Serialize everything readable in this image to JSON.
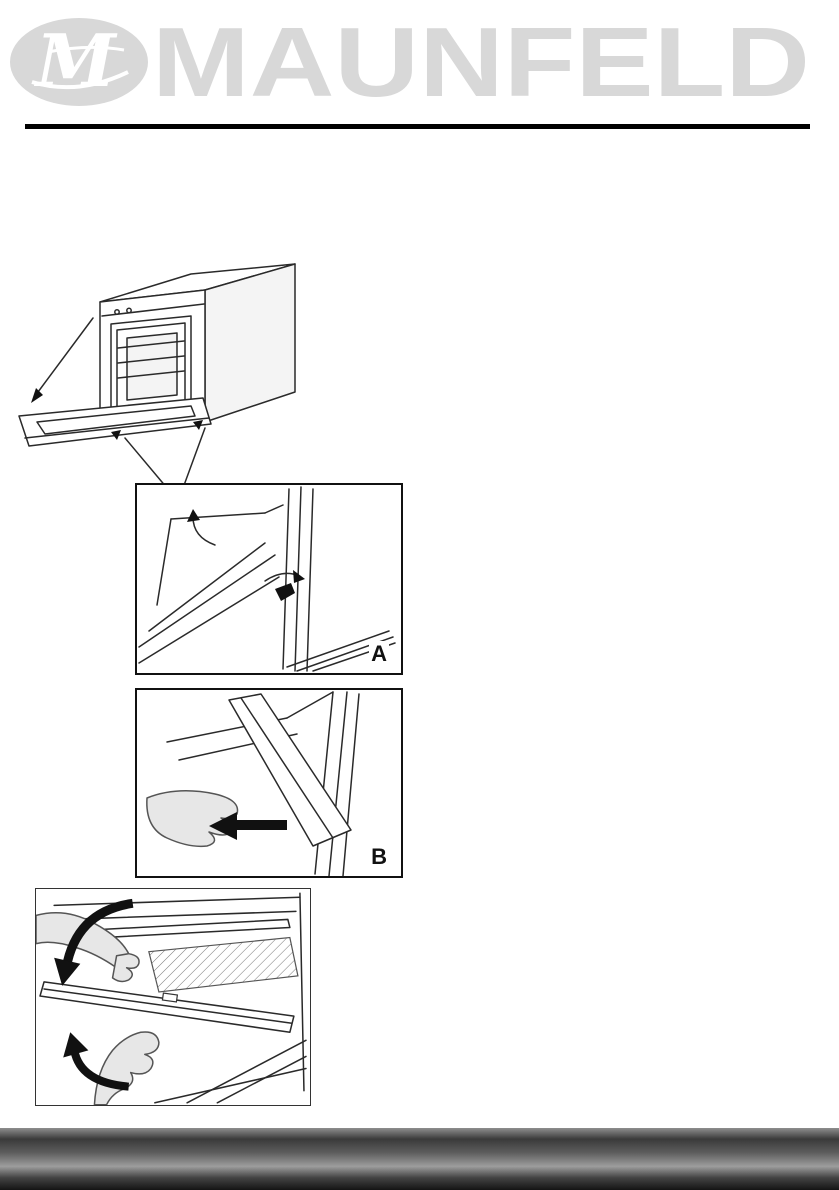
{
  "header": {
    "brand": "MAUNFELD"
  },
  "figures": {
    "detail_a": {
      "label": "A"
    },
    "detail_b": {
      "label": "B"
    }
  },
  "colors": {
    "brand_gray": "#d8d8d8",
    "line_black": "#111111",
    "footer_dark": "#141414"
  }
}
